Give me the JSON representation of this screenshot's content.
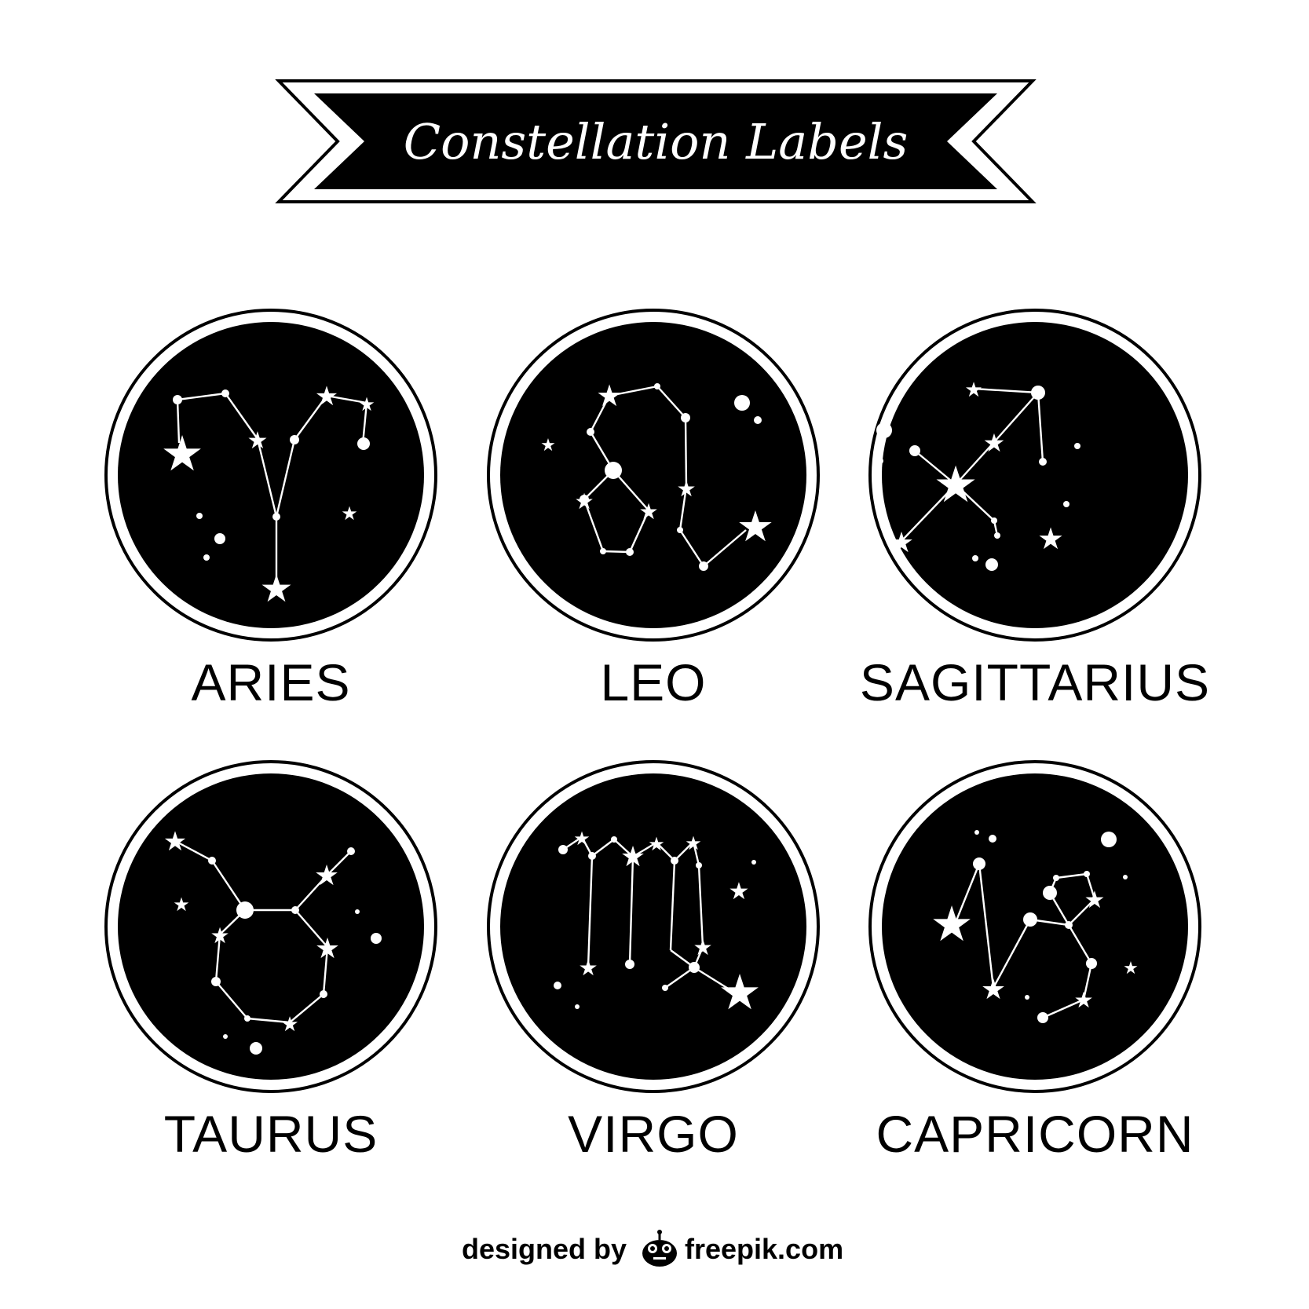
{
  "banner": {
    "title": "Constellation Labels"
  },
  "colors": {
    "ink": "#000000",
    "paper": "#ffffff"
  },
  "badges": [
    {
      "id": "aries",
      "label": "ARIES"
    },
    {
      "id": "leo",
      "label": "LEO"
    },
    {
      "id": "sagittarius",
      "label": "SAGITTARIUS"
    },
    {
      "id": "taurus",
      "label": "TAURUS"
    },
    {
      "id": "virgo",
      "label": "VIRGO"
    },
    {
      "id": "capricorn",
      "label": "CAPRICORN"
    }
  ],
  "credit": {
    "prefix": "designed by",
    "brand": "freepik.com",
    "icon": "freepik-logo-icon"
  }
}
